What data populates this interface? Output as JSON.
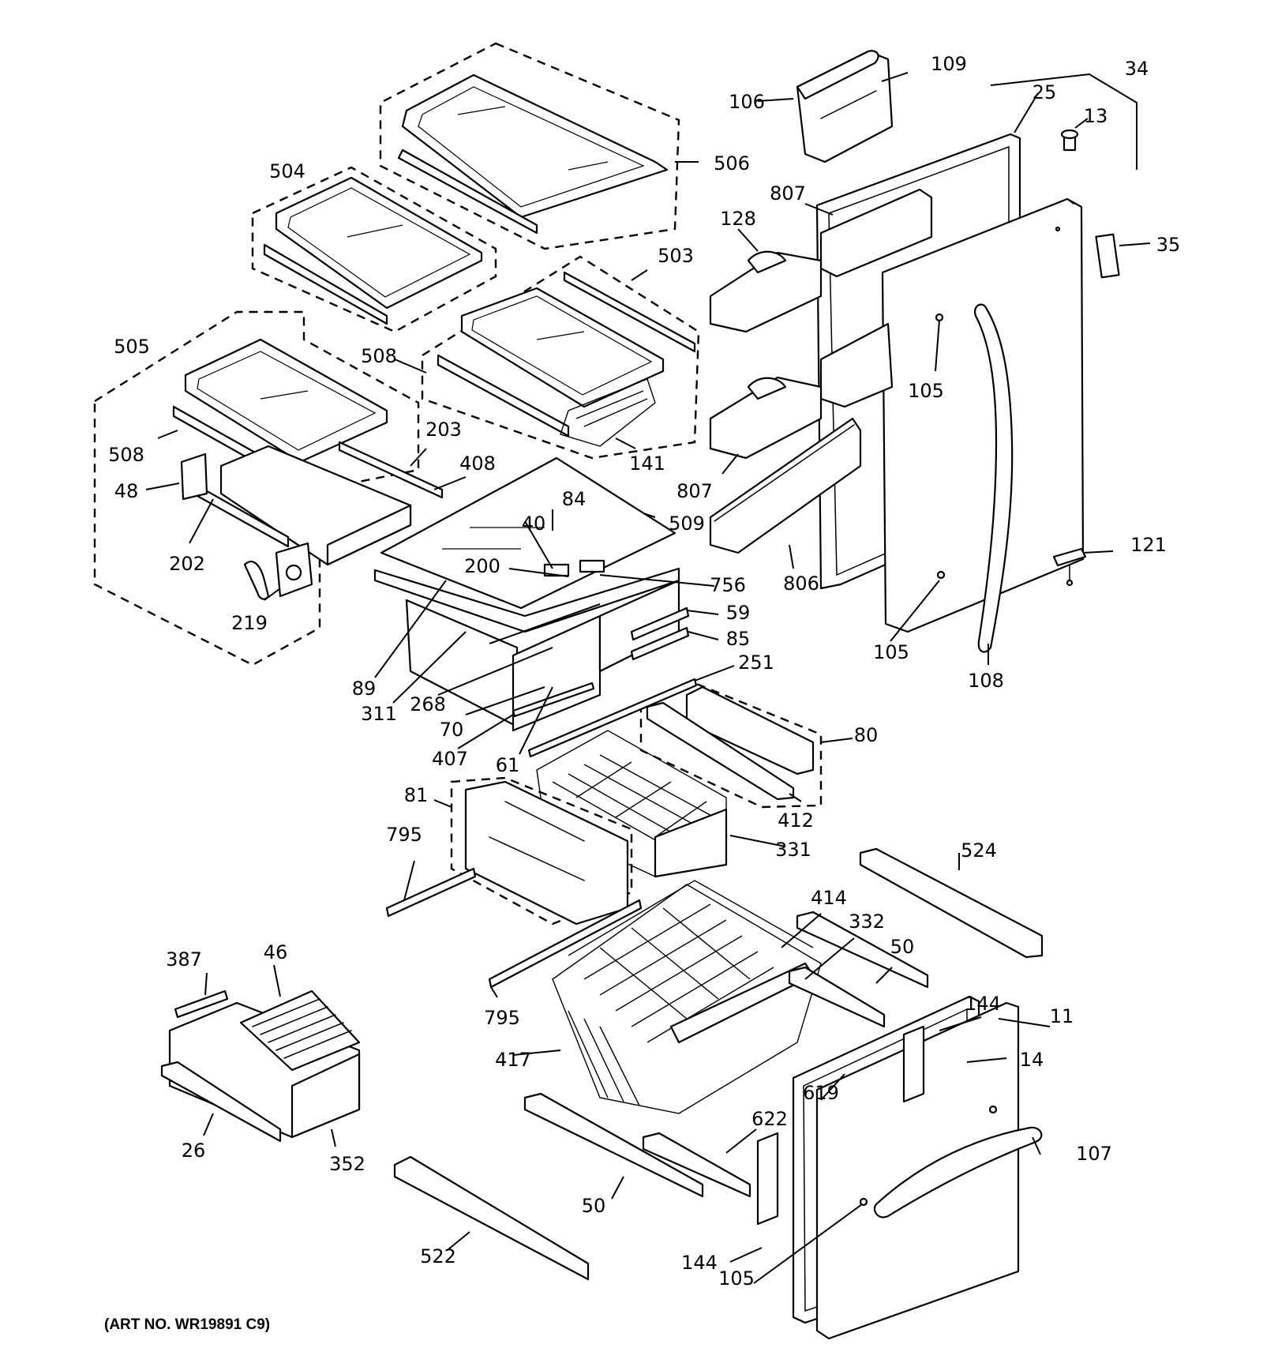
{
  "art_number": "(ART NO. WR19891 C9)",
  "callouts": {
    "c109": "109",
    "c106": "106",
    "c34": "34",
    "c25": "25",
    "c13": "13",
    "c35": "35",
    "c506": "506",
    "c504": "504",
    "c503": "503",
    "c505": "505",
    "c807a": "807",
    "c128": "128",
    "c105a": "105",
    "c508a": "508",
    "c508b": "508",
    "c203": "203",
    "c408": "408",
    "c48": "48",
    "c141": "141",
    "c807b": "807",
    "c84": "84",
    "c40": "40",
    "c509": "509",
    "c202": "202",
    "c200": "200",
    "c756": "756",
    "c806": "806",
    "c121": "121",
    "c219": "219",
    "c59": "59",
    "c85": "85",
    "c105b": "105",
    "c251": "251",
    "c108": "108",
    "c89": "89",
    "c311": "311",
    "c268": "268",
    "c70": "70",
    "c80": "80",
    "c407": "407",
    "c61": "61",
    "c81": "81",
    "c412": "412",
    "c795a": "795",
    "c331": "331",
    "c524": "524",
    "c414": "414",
    "c332": "332",
    "c387": "387",
    "c46": "46",
    "c50a": "50",
    "c795b": "795",
    "c144a": "144",
    "c11": "11",
    "c417": "417",
    "c14": "14",
    "c619": "619",
    "c622": "622",
    "c26": "26",
    "c352": "352",
    "c107": "107",
    "c50b": "50",
    "c522": "522",
    "c144b": "144",
    "c105c": "105"
  }
}
